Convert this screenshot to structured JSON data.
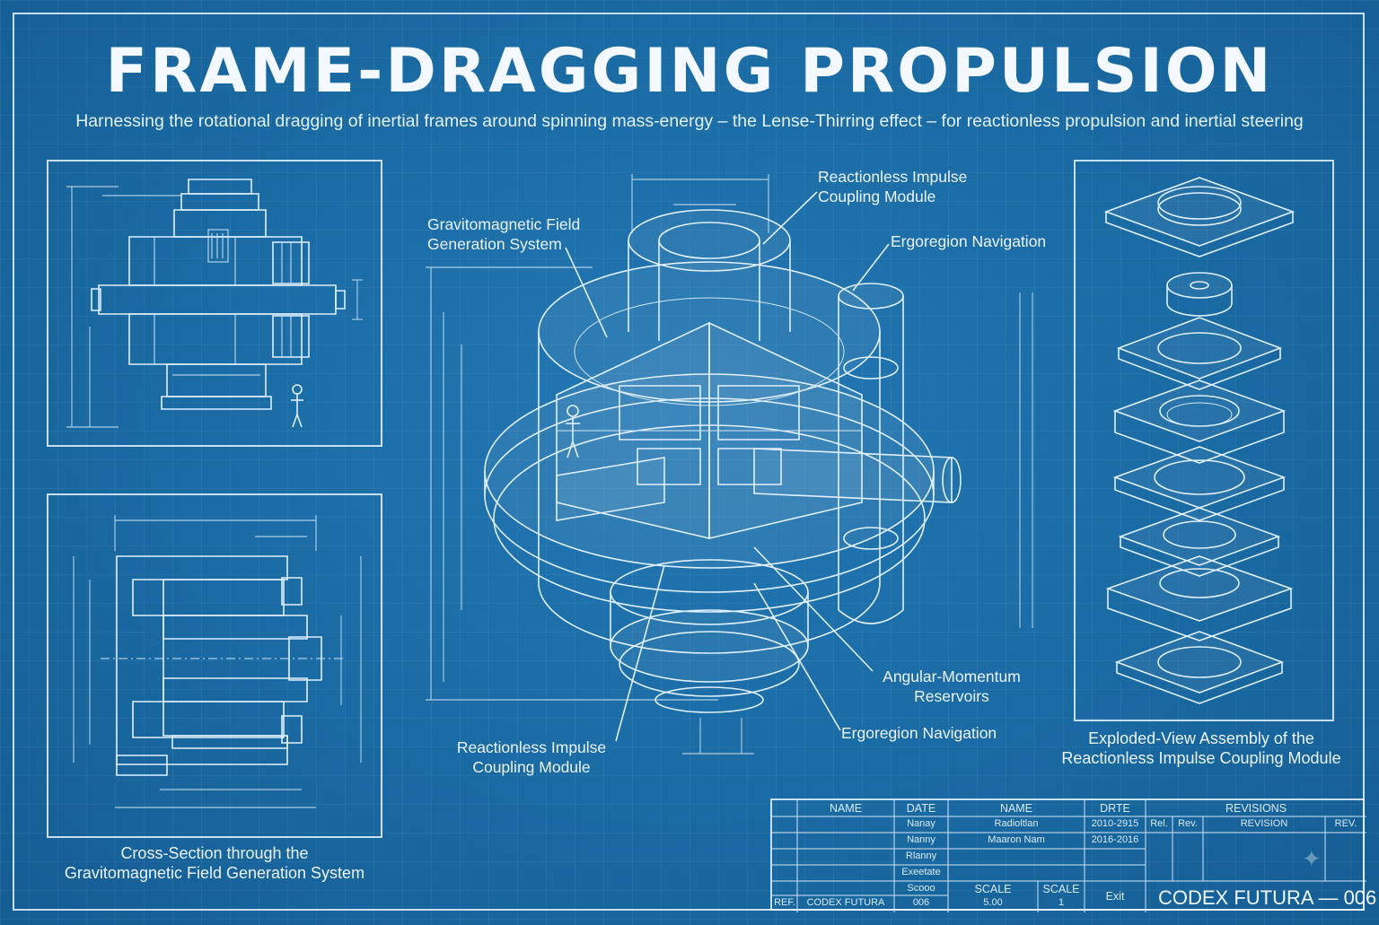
{
  "header": {
    "title": "FRAME-DRAGGING PROPULSION",
    "subtitle": "Harnessing the rotational dragging of inertial frames around spinning mass-energy – the Lense-Thirring effect – for reactionless propulsion and inertial steering"
  },
  "callouts": {
    "reactionless_top": [
      "Reactionless Impulse",
      "Coupling Module"
    ],
    "gravitomagnetic": [
      "Gravitomagnetic Field",
      "Generation System"
    ],
    "ergoregion_top": "Ergoregion Navigation",
    "angular_momentum": [
      "Angular-Momentum",
      "Reservoirs"
    ],
    "ergoregion_bottom": "Ergoregion Navigation",
    "reactionless_bottom": [
      "Reactionless Impulse",
      "Coupling Module"
    ]
  },
  "captions": {
    "cross_section": [
      "Cross-Section through the",
      "Gravitomagnetic Field Generation System"
    ],
    "exploded_view": [
      "Exploded-View Assembly of the",
      "Reactionless Impulse Coupling Module"
    ]
  },
  "title_block": {
    "headers": {
      "name1": "NAME",
      "date1": "DATE",
      "name2": "NAME",
      "date2": "DRTE",
      "revisions": "REVISIONS"
    },
    "rev_headers": [
      "Rel.",
      "Rev.",
      "REVISION",
      "REV."
    ],
    "date_col": [
      "Nanay",
      "Nanny",
      "Rlanny",
      "Exeetate",
      "Scooo"
    ],
    "name2_col": [
      "Radioltlan",
      "Maaron Nam"
    ],
    "date2_col": [
      "2010-2915",
      "2016-2016"
    ],
    "ref_label": "REF.",
    "ref_value": "CODEX FUTURA",
    "num_value": "006",
    "scale_label_1": "SCALE",
    "scale_value_1": "5.00",
    "scale_label_2": "SCALE",
    "scale_value_2": "1",
    "exit_label": "Exit",
    "drawing_id": "CODEX FUTURA — 006"
  }
}
